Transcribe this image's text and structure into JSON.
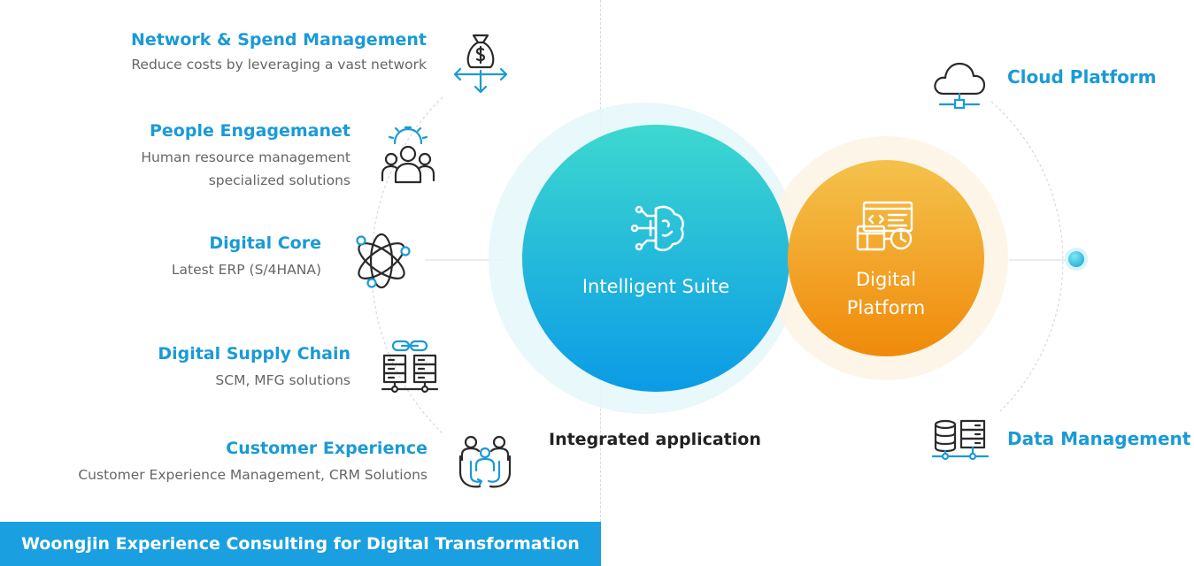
{
  "left_items": [
    {
      "title": "Network & Spend Management",
      "desc": [
        "Reduce costs by leveraging a vast network"
      ],
      "icon": "money-bag-arrows-icon"
    },
    {
      "title": "People Engagemanet",
      "desc": [
        "Human resource management",
        "specialized solutions"
      ],
      "icon": "people-gear-icon"
    },
    {
      "title": "Digital Core",
      "desc": [
        "Latest ERP (S/4HANA)"
      ],
      "icon": "atom-icon"
    },
    {
      "title": "Digital Supply Chain",
      "desc": [
        "SCM, MFG solutions"
      ],
      "icon": "server-chain-icon"
    },
    {
      "title": "Customer Experience",
      "desc": [
        "Customer Experience Management, CRM Solutions"
      ],
      "icon": "customer-cycle-icon"
    }
  ],
  "banner": "Woongjin Experience Consulting for Digital Transformation",
  "center": {
    "intelligent_suite": "Intelligent Suite",
    "digital_platform_line1": "Digital",
    "digital_platform_line2": "Platform",
    "integrated": "Integrated application"
  },
  "right_items": [
    {
      "title": "Cloud Platform",
      "icon": "cloud-network-icon"
    },
    {
      "title": "Data Management",
      "icon": "database-server-icon"
    }
  ],
  "colors": {
    "accent_blue": "#1a9ad6",
    "banner_blue": "#1a9fe0",
    "teal_top": "#3dd8cf",
    "blue_bottom": "#0b9be6",
    "orange_top": "#f4c24c",
    "orange_bottom": "#f08a0a"
  }
}
